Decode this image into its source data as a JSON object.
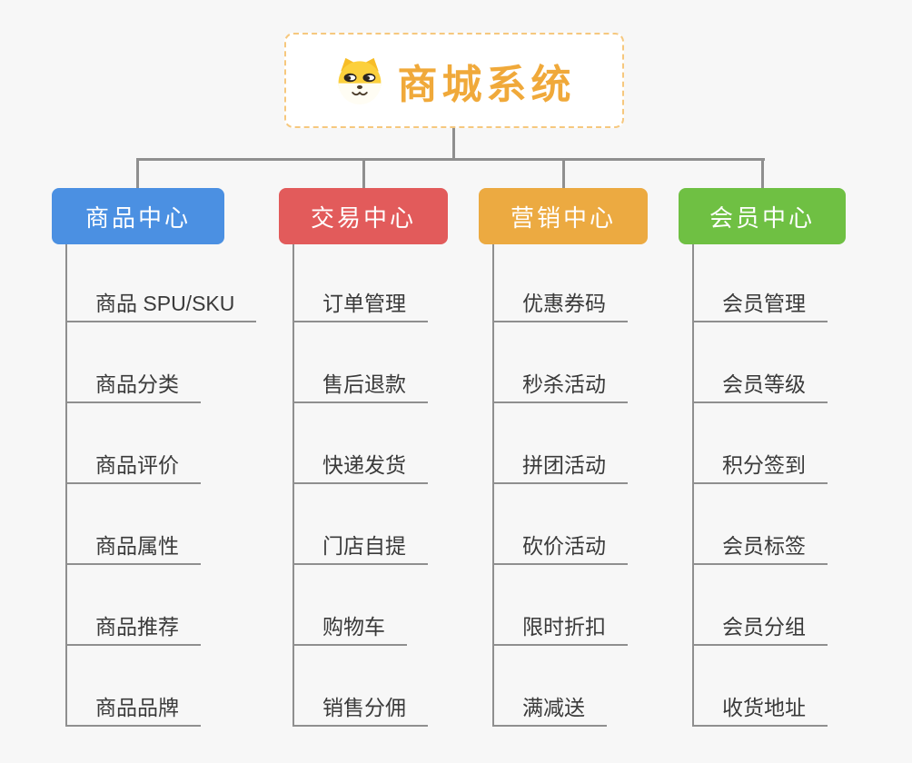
{
  "root": {
    "title": "商城系统",
    "icon": "shiba-dog-logo",
    "accent_color": "#f0a93a",
    "border_color": "#f6c87e"
  },
  "line_color": "#8f8f8f",
  "branches": [
    {
      "label": "商品中心",
      "color": "#4b90e2",
      "children": [
        "商品 SPU/SKU",
        "商品分类",
        "商品评价",
        "商品属性",
        "商品推荐",
        "商品品牌"
      ]
    },
    {
      "label": "交易中心",
      "color": "#e25b5b",
      "children": [
        "订单管理",
        "售后退款",
        "快递发货",
        "门店自提",
        "购物车",
        "销售分佣"
      ]
    },
    {
      "label": "营销中心",
      "color": "#ecaa41",
      "children": [
        "优惠券码",
        "秒杀活动",
        "拼团活动",
        "砍价活动",
        "限时折扣",
        "满减送"
      ]
    },
    {
      "label": "会员中心",
      "color": "#6fc043",
      "children": [
        "会员管理",
        "会员等级",
        "积分签到",
        "会员标签",
        "会员分组",
        "收货地址"
      ]
    }
  ]
}
